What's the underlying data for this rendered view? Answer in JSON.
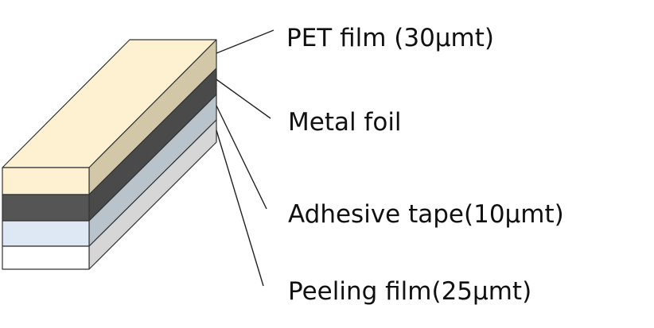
{
  "layers": [
    {
      "id": "pet",
      "label": "PET film (30µmt)",
      "front_color": "#fdf1d2",
      "top_color": "#fdf1d2",
      "side_color": "#d2c8a8"
    },
    {
      "id": "metal",
      "label": "Metal foil",
      "front_color": "#555555",
      "side_color": "#4a4a4a"
    },
    {
      "id": "adhesive",
      "label": "Adhesive tape(10µmt)",
      "front_color": "#dde8f4",
      "side_color": "#b8c3cc"
    },
    {
      "id": "peeling",
      "label": "Peeling film(25µmt)",
      "front_color": "#ffffff",
      "side_color": "#d6d6d6"
    }
  ],
  "colors": {
    "edge": "#333333",
    "leader": "#222222",
    "text": "#111111"
  }
}
